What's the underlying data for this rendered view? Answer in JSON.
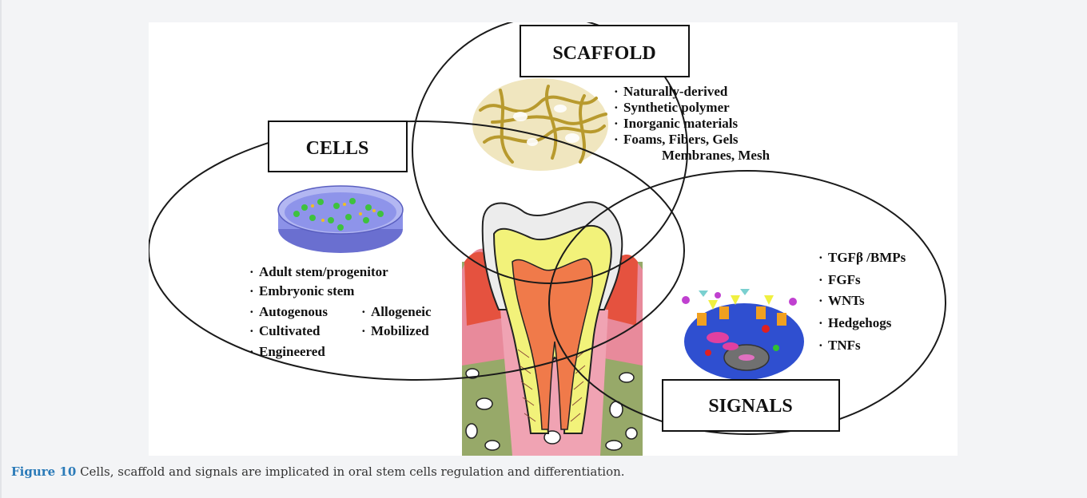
{
  "figure": {
    "labels": {
      "scaffold": "SCAFFOLD",
      "cells": "CELLS",
      "signals": "SIGNALS"
    },
    "scaffold_items": [
      "Naturally-derived",
      "Synthetic polymer",
      "Inorganic materials",
      "Foams, Fibers, Gels",
      "Membranes, Mesh"
    ],
    "cells_items": [
      "Adult stem/progenitor",
      "Embryonic stem",
      "Autogenous",
      "Allogeneic",
      "Cultivated",
      "Mobilized",
      "Engineered"
    ],
    "signals_items": [
      "TGFβ /BMPs",
      "FGFs",
      "WNTs",
      "Hedgehogs",
      "TNFs"
    ],
    "bullet": "·"
  },
  "caption": {
    "label": "Figure 10",
    "text": "Cells, scaffold and signals are implicated in oral stem cells regulation and differentiation."
  }
}
